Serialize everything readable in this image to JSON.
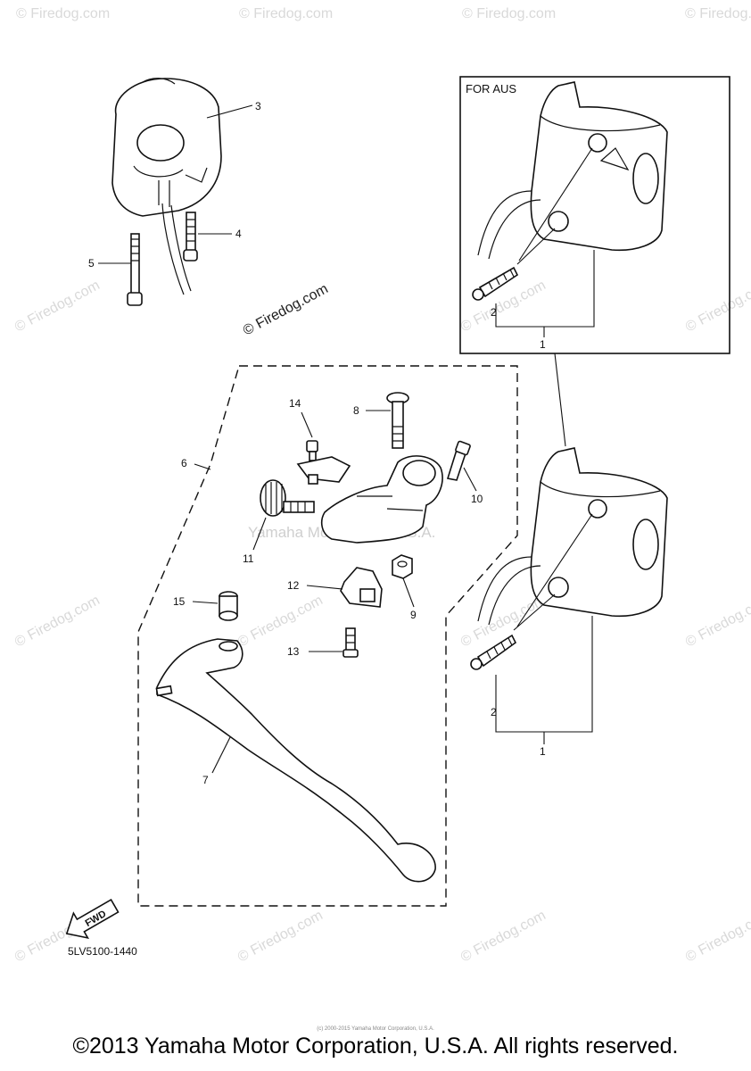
{
  "watermark": {
    "site": "© Firedog.com",
    "center_label": "© Firedog.com",
    "overlay": "Yamaha Motor Corp, U.S.A."
  },
  "diagram": {
    "box_label": "FOR AUS",
    "part_code": "5LV5100-1440",
    "fwd_label": "FWD",
    "callouts": {
      "c1_top": "1",
      "c2_top": "2",
      "c1_bottom": "1",
      "c2_bottom": "2",
      "c3": "3",
      "c4": "4",
      "c5": "5",
      "c6": "6",
      "c7": "7",
      "c8": "8",
      "c9": "9",
      "c10": "10",
      "c11": "11",
      "c12": "12",
      "c13": "13",
      "c14": "14",
      "c15": "15"
    }
  },
  "footer": {
    "copyright": "©2013 Yamaha Motor Corporation, U.S.A. All rights reserved.",
    "fine_print": "(c) 2000-2015 Yamaha Motor Corporation, U.S.A."
  }
}
